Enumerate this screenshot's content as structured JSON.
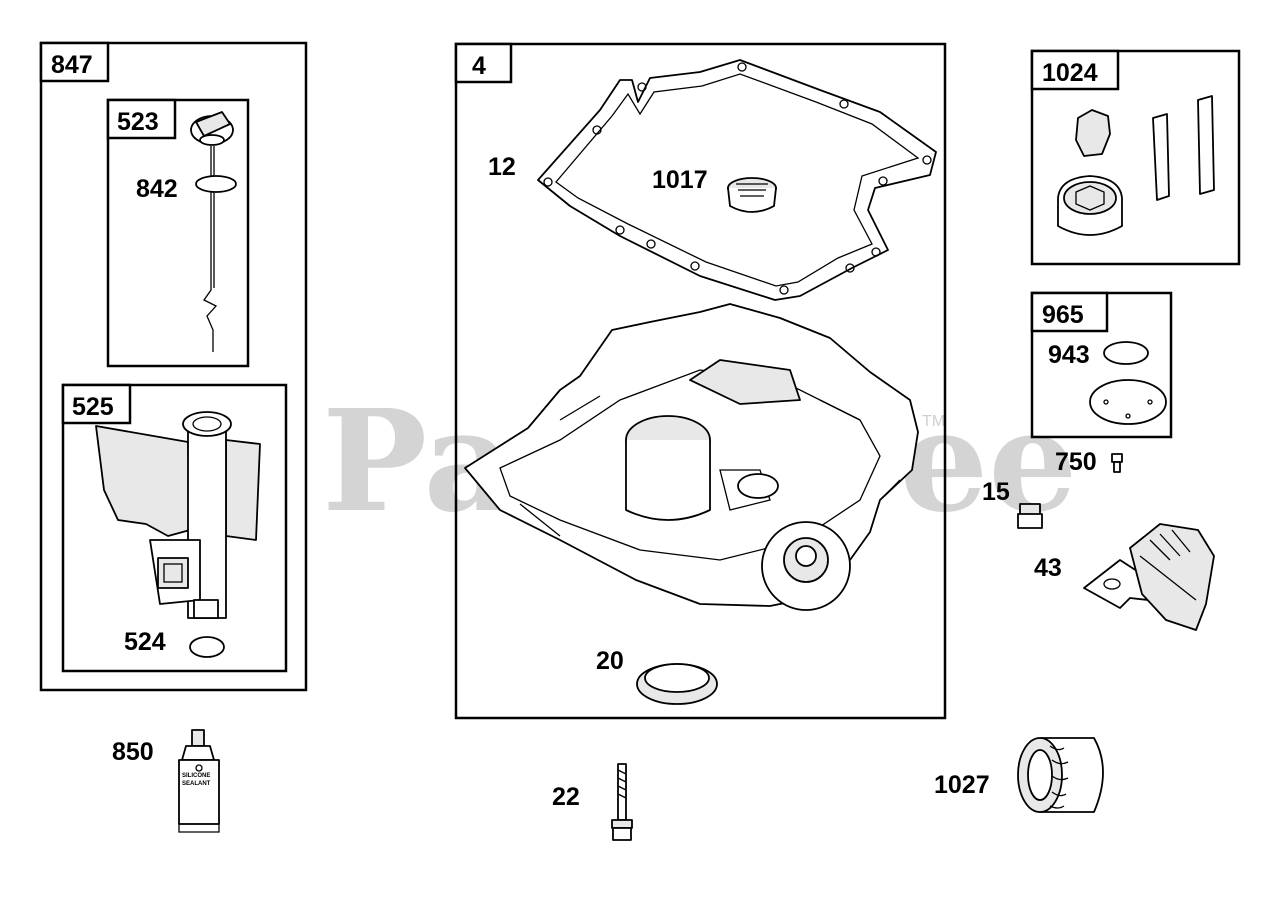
{
  "watermark": {
    "text": "PartsTree",
    "trademark": "TM"
  },
  "groups": [
    {
      "id": "847",
      "label": "847"
    },
    {
      "id": "523",
      "label": "523"
    },
    {
      "id": "525",
      "label": "525"
    },
    {
      "id": "4",
      "label": "4"
    },
    {
      "id": "1024",
      "label": "1024"
    },
    {
      "id": "965",
      "label": "965"
    }
  ],
  "callouts": {
    "c842": "842",
    "c524": "524",
    "c12": "12",
    "c1017": "1017",
    "c20": "20",
    "c943": "943",
    "c750": "750",
    "c15": "15",
    "c43": "43",
    "c850": "850",
    "c22": "22",
    "c1027": "1027"
  },
  "sealant_tube": {
    "line1": "SILICONE",
    "line2": "SEALANT"
  }
}
